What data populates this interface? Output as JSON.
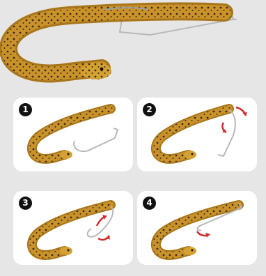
{
  "colors": {
    "background": "#e6e6e6",
    "card": "#ffffff",
    "worm_body": "#c08a20",
    "worm_speckle": "#3a2a18",
    "worm_highlight": "#e0b24a",
    "hook": "#b8b8b8",
    "arrow": "#d42a2a",
    "badge": "#111111"
  },
  "icons": {
    "hero": "rigged-worm-lure-image",
    "hook": "offset-worm-hook",
    "arrow": "curved-arrow-icon"
  },
  "steps": [
    {
      "number": "1"
    },
    {
      "number": "2"
    },
    {
      "number": "3"
    },
    {
      "number": "4"
    }
  ]
}
